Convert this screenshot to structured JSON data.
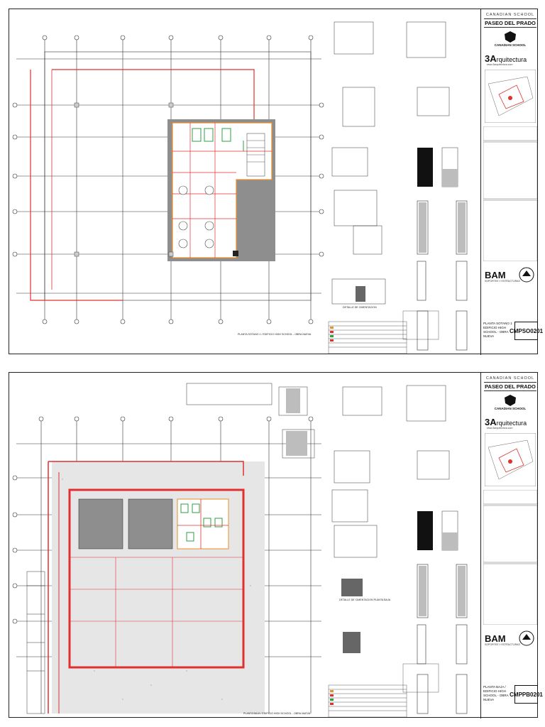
{
  "colors": {
    "line": "#1a1a1a",
    "red": "#e03030",
    "green": "#2fa040",
    "orange": "#e8902a",
    "gray_fill": "#8e8e8e",
    "hatch": "#bdbdbd"
  },
  "title_block": {
    "school": "CANADIAN SCHOOL",
    "project": "PASEO DEL PRADO",
    "crest_caption": "CANADIAN SCHOOL",
    "brand_prefix": "3A",
    "brand_rest": "rquitectura",
    "url": "www.3arquitectura.com",
    "consultant": "BAM",
    "consultant_sub": "SOPORTES Y ESTRUCTURAS"
  },
  "sheets": [
    {
      "plan_caption": "PLANTA SOTANO 1 / EDIFICIO HIGH SCHOOL - OBRA NUEVA",
      "detail_caption": "DETALLE DE CIMENTACION",
      "sheet_name": "PLANTA SOTANO 1 EDIFICIO HIGH SCHOOL - OBRA NUEVA",
      "sheet_code": "CMPSO0201"
    },
    {
      "plan_caption": "PLANTA BAJA / EDIFICIO HIGH SCHOOL - OBRA NUEVA",
      "detail_caption": "DETALLE DE CIMENTACION PLANTA BAJA",
      "sheet_name": "PLANTA BAJA / EDIFICIO HIGH SCHOOL - OBRA NUEVA",
      "sheet_code": "CMPPB0201"
    }
  ]
}
